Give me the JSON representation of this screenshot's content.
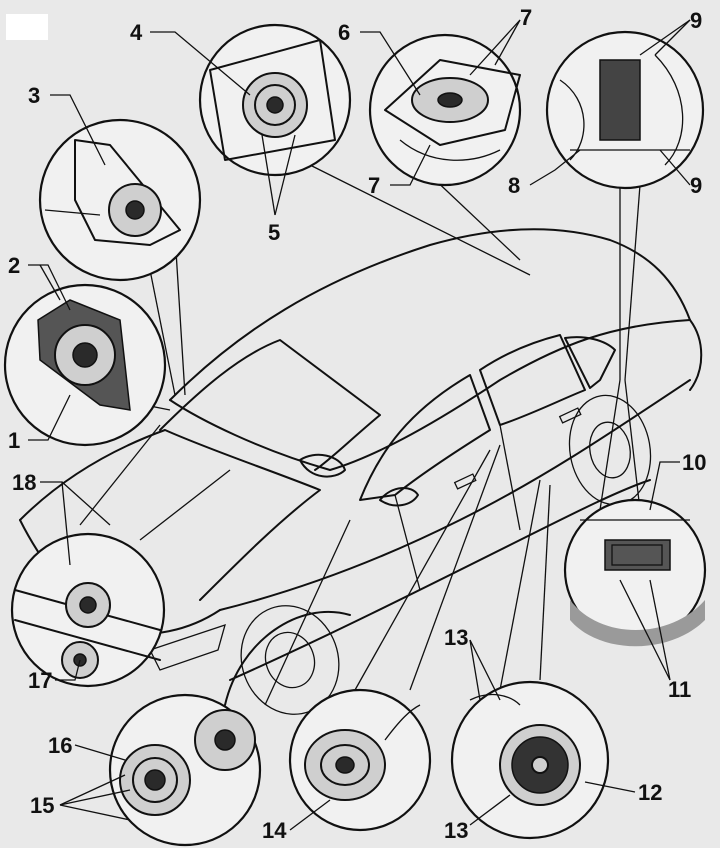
{
  "callouts": [
    {
      "id": "c1",
      "text": "1"
    },
    {
      "id": "c2",
      "text": "2"
    },
    {
      "id": "c3",
      "text": "3"
    },
    {
      "id": "c4",
      "text": "4"
    },
    {
      "id": "c5",
      "text": "5"
    },
    {
      "id": "c6",
      "text": "6"
    },
    {
      "id": "c7a",
      "text": "7"
    },
    {
      "id": "c7b",
      "text": "7"
    },
    {
      "id": "c8",
      "text": "8"
    },
    {
      "id": "c9a",
      "text": "9"
    },
    {
      "id": "c9b",
      "text": "9"
    },
    {
      "id": "c10",
      "text": "10"
    },
    {
      "id": "c11",
      "text": "11"
    },
    {
      "id": "c12",
      "text": "12"
    },
    {
      "id": "c13a",
      "text": "13"
    },
    {
      "id": "c13b",
      "text": "13"
    },
    {
      "id": "c14",
      "text": "14"
    },
    {
      "id": "c15",
      "text": "15"
    },
    {
      "id": "c16",
      "text": "16"
    },
    {
      "id": "c17",
      "text": "17"
    },
    {
      "id": "c18",
      "text": "18"
    }
  ]
}
